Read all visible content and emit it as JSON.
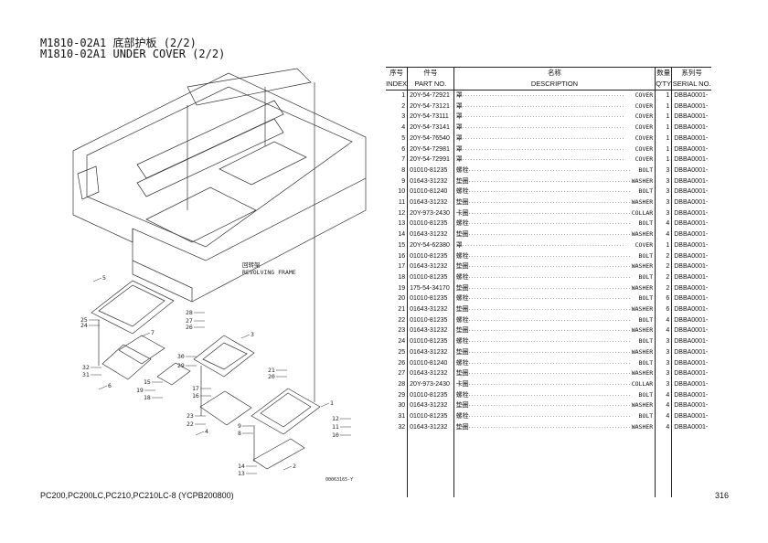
{
  "title": {
    "line1": "M1810-02A1 底部护板 (2/2)",
    "line2": "M1810-02A1 UNDER COVER (2/2)"
  },
  "diagram": {
    "frame_label_cn": "回转架",
    "frame_label_en": "REVOLVING FRAME",
    "code": "00063165-Y",
    "callouts": [
      "1",
      "2",
      "3",
      "4",
      "5",
      "6",
      "7",
      "8",
      "9",
      "10",
      "11",
      "12",
      "13",
      "14",
      "15",
      "16",
      "17",
      "18",
      "19",
      "20",
      "21",
      "22",
      "23",
      "24",
      "25",
      "26",
      "27",
      "28",
      "29",
      "30",
      "31",
      "32"
    ]
  },
  "table": {
    "headers": {
      "index_cn": "序号",
      "index_en": "INDEX",
      "part_cn": "件号",
      "part_en": "PART NO.",
      "desc_cn": "名称",
      "desc_en": "DESCRIPTION",
      "qty_cn": "数量",
      "qty_en": "Q'TY",
      "serial_cn": "系列号",
      "serial_en": "SERIAL NO."
    },
    "rows": [
      [
        "1",
        "20Y-54-72921",
        "罩",
        "COVER",
        "1",
        "DBBA0001-"
      ],
      [
        "2",
        "20Y-54-73121",
        "罩",
        "COVER",
        "1",
        "DBBA0001-"
      ],
      [
        "3",
        "20Y-54-73111",
        "罩",
        "COVER",
        "1",
        "DBBA0001-"
      ],
      [
        "4",
        "20Y-54-73141",
        "罩",
        "COVER",
        "1",
        "DBBA0001-"
      ],
      [
        "5",
        "20Y-54-76540",
        "罩",
        "COVER",
        "1",
        "DBBA0001-"
      ],
      [
        "6",
        "20Y-54-72981",
        "罩",
        "COVER",
        "1",
        "DBBA0001-"
      ],
      [
        "7",
        "20Y-54-72991",
        "罩",
        "COVER",
        "1",
        "DBBA0001-"
      ],
      [
        "8",
        "01010-81235",
        "螺栓",
        "BOLT",
        "3",
        "DBBA0001-"
      ],
      [
        "9",
        "01643-31232",
        "垫圈",
        "WASHER",
        "3",
        "DBBA0001-"
      ],
      [
        "10",
        "01010-81240",
        "螺栓",
        "BOLT",
        "3",
        "DBBA0001-"
      ],
      [
        "11",
        "01643-31232",
        "垫圈",
        "WASHER",
        "3",
        "DBBA0001-"
      ],
      [
        "12",
        "20Y-973-2430",
        "卡圈",
        "COLLAR",
        "3",
        "DBBA0001-"
      ],
      [
        "13",
        "01010-81235",
        "螺栓",
        "BOLT",
        "4",
        "DBBA0001-"
      ],
      [
        "14",
        "01643-31232",
        "垫圈",
        "WASHER",
        "4",
        "DBBA0001-"
      ],
      [
        "15",
        "20Y-54-62380",
        "罩",
        "COVER",
        "1",
        "DBBA0001-"
      ],
      [
        "16",
        "01010-81235",
        "螺栓",
        "BOLT",
        "2",
        "DBBA0001-"
      ],
      [
        "17",
        "01643-31232",
        "垫圈",
        "WASHER",
        "2",
        "DBBA0001-"
      ],
      [
        "18",
        "01010-81235",
        "螺栓",
        "BOLT",
        "2",
        "DBBA0001-"
      ],
      [
        "19",
        "175-54-34170",
        "垫圈",
        "WASHER",
        "2",
        "DBBA0001-"
      ],
      [
        "20",
        "01010-81235",
        "螺栓",
        "BOLT",
        "6",
        "DBBA0001-"
      ],
      [
        "21",
        "01643-31232",
        "垫圈",
        "WASHER",
        "6",
        "DBBA0001-"
      ],
      [
        "22",
        "01010-81235",
        "螺栓",
        "BOLT",
        "4",
        "DBBA0001-"
      ],
      [
        "23",
        "01643-31232",
        "垫圈",
        "WASHER",
        "4",
        "DBBA0001-"
      ],
      [
        "24",
        "01010-81235",
        "螺栓",
        "BOLT",
        "3",
        "DBBA0001-"
      ],
      [
        "25",
        "01643-31232",
        "垫圈",
        "WASHER",
        "3",
        "DBBA0001-"
      ],
      [
        "26",
        "01010-81240",
        "螺栓",
        "BOLT",
        "3",
        "DBBA0001-"
      ],
      [
        "27",
        "01643-31232",
        "垫圈",
        "WASHER",
        "3",
        "DBBA0001-"
      ],
      [
        "28",
        "20Y-973-2430",
        "卡圈",
        "COLLAR",
        "3",
        "DBBA0001-"
      ],
      [
        "29",
        "01010-81235",
        "螺栓",
        "BOLT",
        "4",
        "DBBA0001-"
      ],
      [
        "30",
        "01643-31232",
        "垫圈",
        "WASHER",
        "4",
        "DBBA0001-"
      ],
      [
        "31",
        "01010-81235",
        "螺栓",
        "BOLT",
        "4",
        "DBBA0001-"
      ],
      [
        "32",
        "01643-31232",
        "垫圈",
        "WASHER",
        "4",
        "DBBA0001-"
      ]
    ]
  },
  "footer": {
    "models": "PC200,PC200LC,PC210,PC210LC-8 (YCPB200800)",
    "page": "316"
  }
}
